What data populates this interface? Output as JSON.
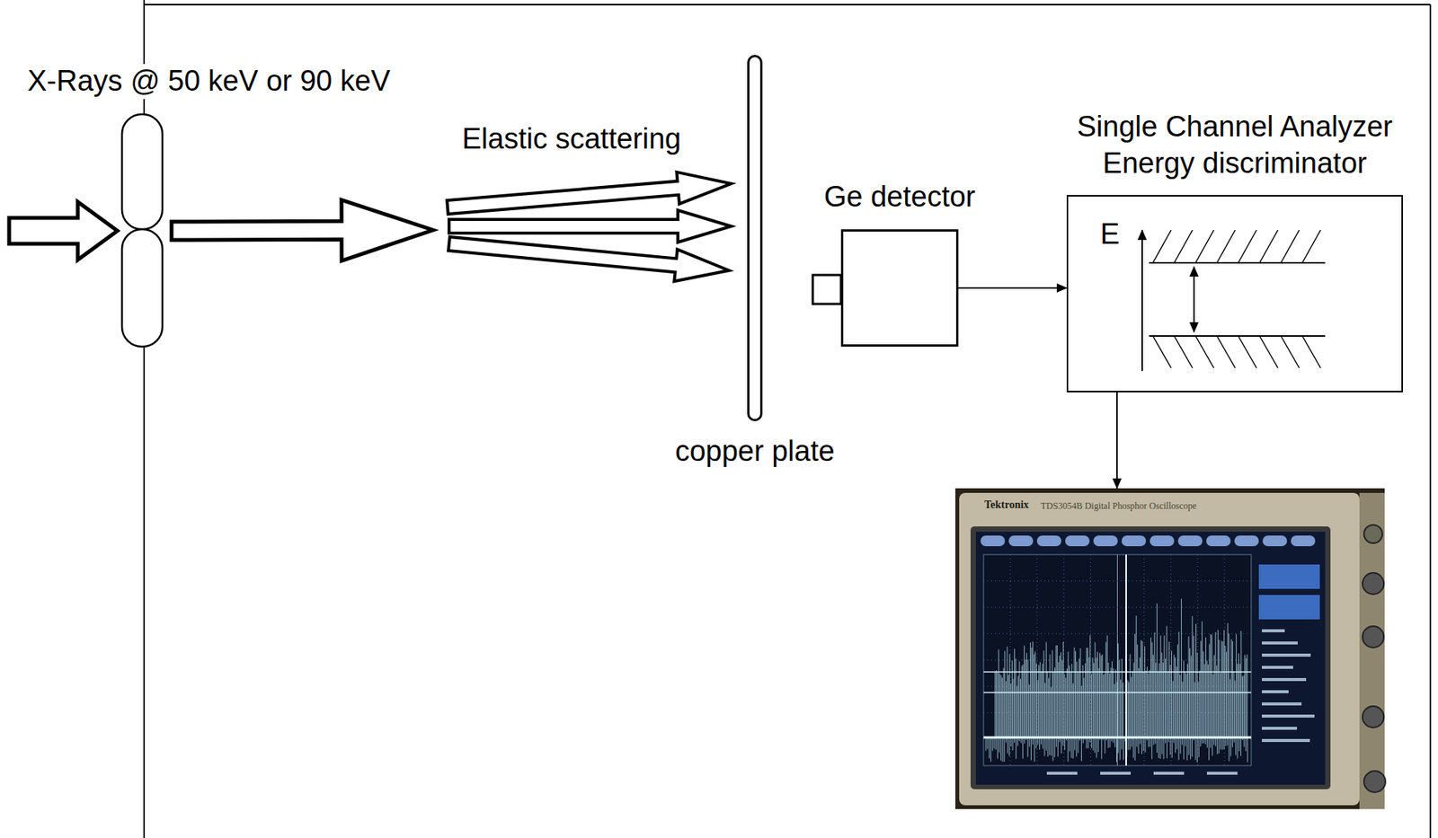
{
  "diagram": {
    "nodes": [
      {
        "text": [
          "copper plate"
        ]
      },
      {
        "text": [
          "Ge detector"
        ]
      },
      {
        "text": [
          "Single Channel Analyzer Energy discriminator",
          "E"
        ]
      },
      {
        "text": [
          "Tektronix",
          "TDS3054B Digital Phosphor Oscilloscope"
        ]
      }
    ],
    "edges": [
      {
        "from": 1,
        "to": 2,
        "arrow": "to"
      },
      {
        "from": 2,
        "to": 3,
        "arrow": "to"
      }
    ],
    "labels": [
      "X-Rays @ 50 keV or 90 keV",
      "Elastic scattering"
    ]
  }
}
